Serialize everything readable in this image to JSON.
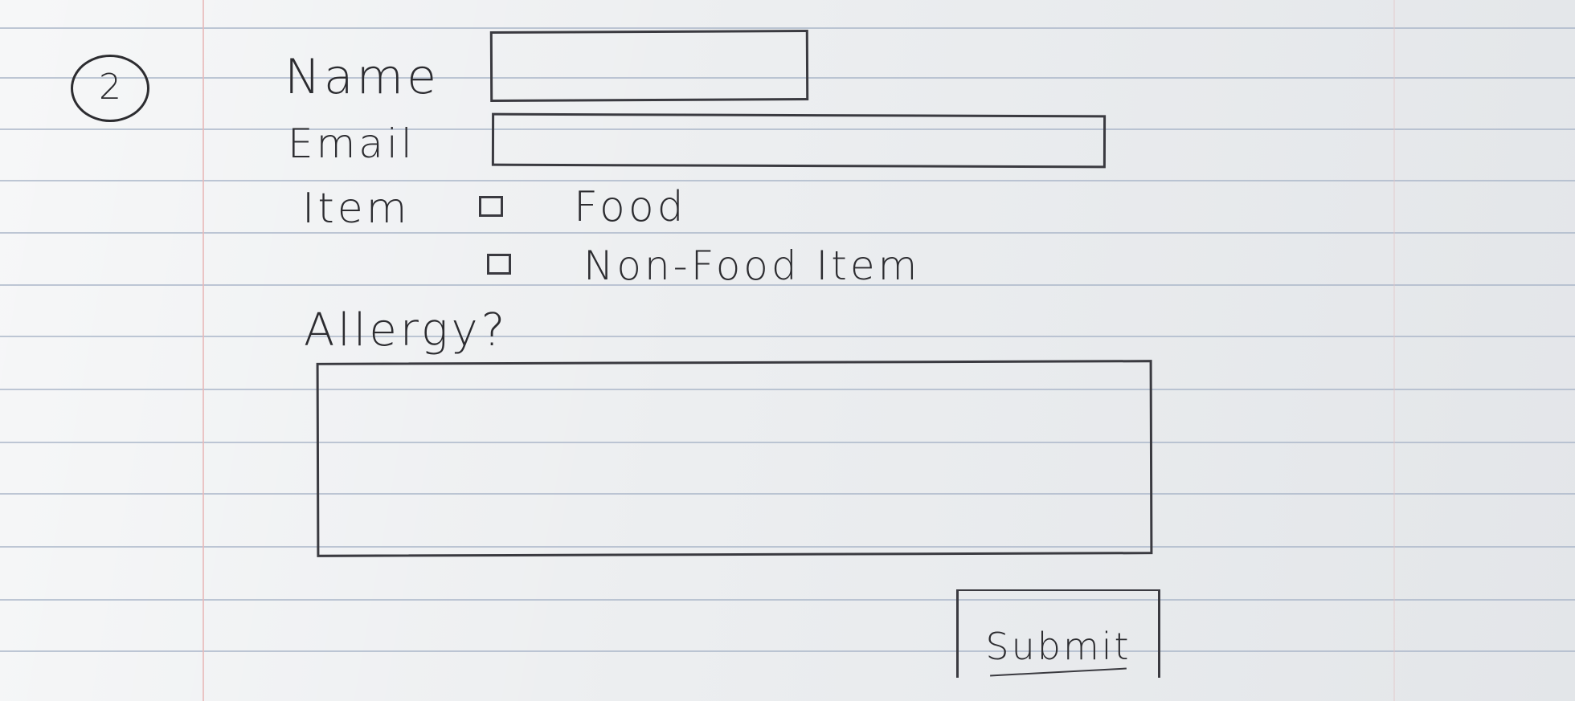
{
  "form": {
    "step_number": "2",
    "name_label": "Name",
    "name_value": "",
    "email_label": "Email",
    "email_value": "",
    "item_label": "Item",
    "item_options": [
      {
        "label": "Food",
        "checked": false
      },
      {
        "label": "Non-Food Item",
        "checked": false
      }
    ],
    "allergy_label": "Allergy?",
    "allergy_value": "",
    "submit_label": "Submit"
  },
  "colors": {
    "paper": "#eceef0",
    "rule_lines": "#a9b6c8",
    "margin_line": "#e7b8b8",
    "ink": "#2c2c30"
  }
}
